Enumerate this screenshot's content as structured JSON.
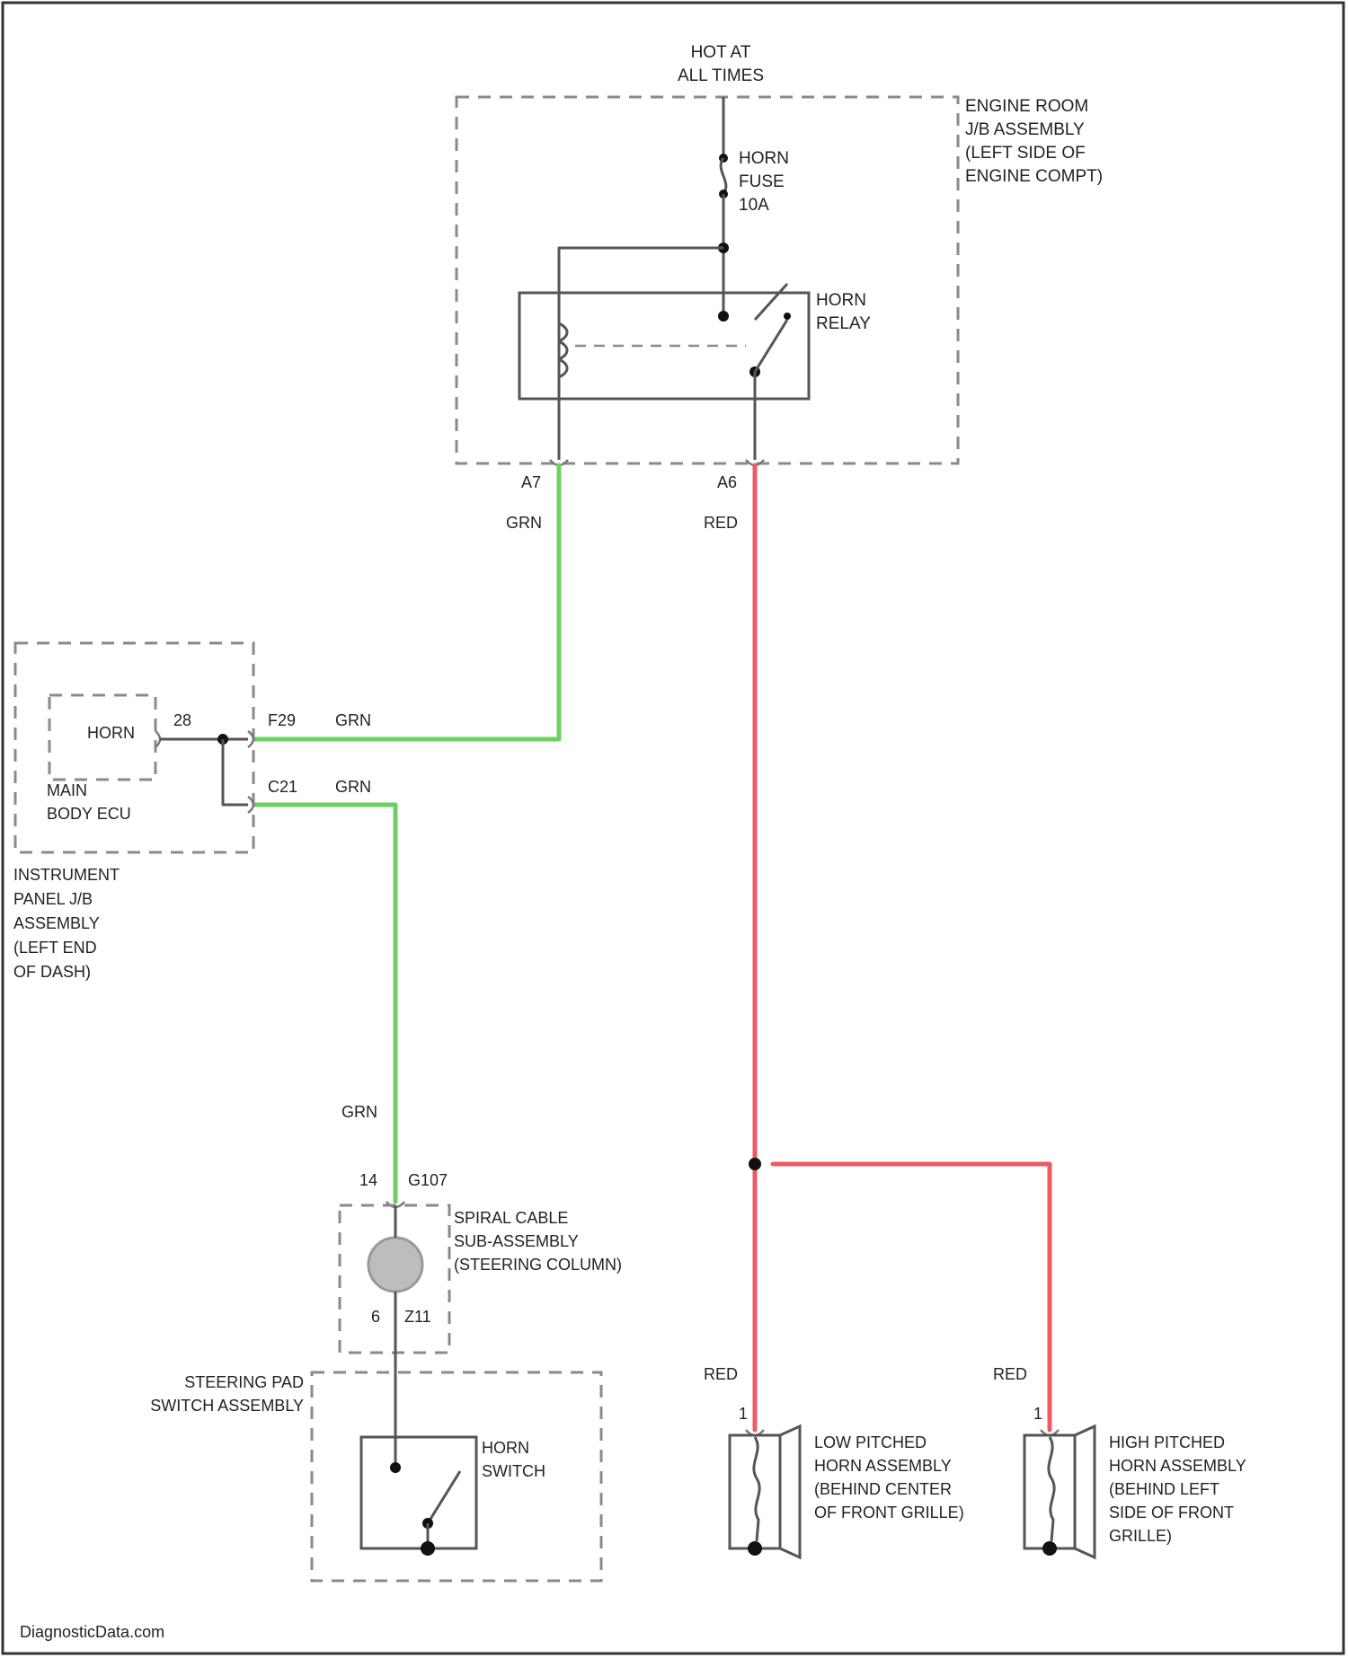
{
  "colors": {
    "grn": "#6fcf63",
    "red": "#ee5a63",
    "internal": "#555555",
    "box": "#8a8a8a"
  },
  "power": {
    "label_line1": "HOT AT",
    "label_line2": "ALL TIMES"
  },
  "engine_room_jb": {
    "line1": "ENGINE ROOM",
    "line2": "J/B ASSEMBLY",
    "line3": "(LEFT SIDE OF",
    "line4": "ENGINE COMPT)"
  },
  "horn_fuse": {
    "line1": "HORN",
    "line2": "FUSE",
    "line3": "10A"
  },
  "horn_relay": {
    "line1": "HORN",
    "line2": "RELAY"
  },
  "pins": {
    "a7": "A7",
    "a6": "A6",
    "p28": "28",
    "f29": "F29",
    "c21": "C21",
    "p14": "14",
    "g107": "G107",
    "p6": "6",
    "z11": "Z11",
    "p1_low": "1",
    "p1_high": "1"
  },
  "wire_colors": {
    "grn_a7": "GRN",
    "red_a6": "RED",
    "grn_f29": "GRN",
    "grn_c21": "GRN",
    "grn_g107": "GRN",
    "red_low": "RED",
    "red_high": "RED"
  },
  "main_body_ecu": {
    "horn": "HORN",
    "line1": "MAIN",
    "line2": "BODY ECU"
  },
  "instrument_panel_jb": {
    "line1": "INSTRUMENT",
    "line2": "PANEL J/B",
    "line3": "ASSEMBLY",
    "line4": "(LEFT END",
    "line5": "OF DASH)"
  },
  "spiral_cable": {
    "line1": "SPIRAL CABLE",
    "line2": "SUB-ASSEMBLY",
    "line3": "(STEERING COLUMN)"
  },
  "steering_pad": {
    "line1": "STEERING PAD",
    "line2": "SWITCH ASSEMBLY"
  },
  "horn_switch": {
    "line1": "HORN",
    "line2": "SWITCH"
  },
  "low_horn": {
    "line1": "LOW PITCHED",
    "line2": "HORN ASSEMBLY",
    "line3": "(BEHIND CENTER",
    "line4": "OF FRONT GRILLE)"
  },
  "high_horn": {
    "line1": "HIGH PITCHED",
    "line2": "HORN ASSEMBLY",
    "line3": "(BEHIND LEFT",
    "line4": "SIDE OF FRONT",
    "line5": "GRILLE)"
  },
  "watermark": "DiagnosticData.com"
}
